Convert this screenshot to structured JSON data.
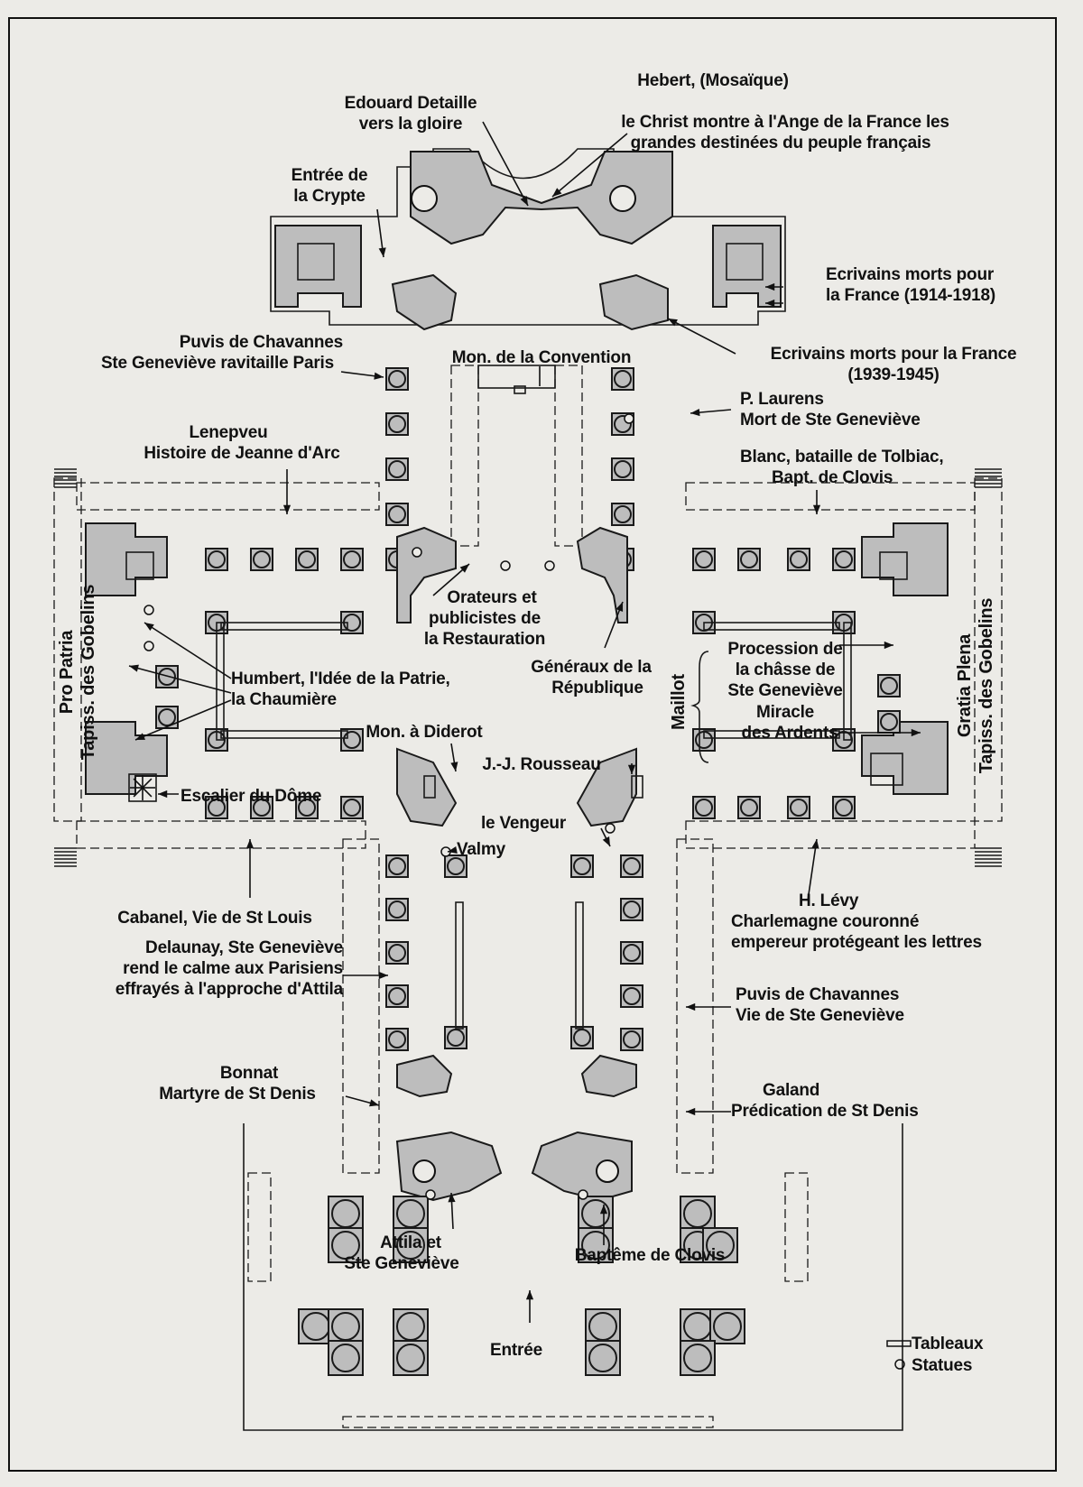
{
  "labels": {
    "detaille": [
      "Edouard Detaille",
      "vers la gloire"
    ],
    "hebert": [
      "Hebert, (Mosaïque)",
      "le Christ montre à l'Ange de la France les",
      "grandes destinées du peuple français"
    ],
    "crypte": [
      "Entrée de",
      "la Crypte"
    ],
    "ecrivains_1918": [
      "Ecrivains morts pour",
      "la France (1914-1918)"
    ],
    "ecrivains_1945": [
      "Ecrivains morts pour la France",
      "(1939-1945)"
    ],
    "puvis_ravitaille": [
      "Puvis de Chavannes",
      "Ste Geneviève ravitaille Paris"
    ],
    "convention": [
      "Mon. de la Convention"
    ],
    "laurens": [
      "P. Laurens",
      "Mort de Ste Geneviève"
    ],
    "lenepveu": [
      "Lenepveu",
      "Histoire de Jeanne d'Arc"
    ],
    "blanc": [
      "Blanc, bataille de Tolbiac,",
      "Bapt. de Clovis"
    ],
    "orateurs": [
      "Orateurs et",
      "publicistes de",
      "la Restauration"
    ],
    "generaux": [
      "Généraux de la",
      "République"
    ],
    "maillot": "Maillot",
    "procession": [
      "Procession de",
      "la châsse de",
      "Ste Geneviève"
    ],
    "miracle": [
      "Miracle",
      "des Ardents"
    ],
    "pro_patria": [
      "Pro Patria",
      "Tapiss. des Gobelins"
    ],
    "gratia_plena": [
      "Gratia Plena",
      "Tapiss. des Gobelins"
    ],
    "humbert": [
      "Humbert, l'Idée de la Patrie,",
      "la Chaumière"
    ],
    "diderot": [
      "Mon. à Diderot"
    ],
    "rousseau": [
      "J.-J. Rousseau"
    ],
    "escalier": [
      "Escalier du Dôme"
    ],
    "vengeur": [
      "le Vengeur"
    ],
    "valmy": [
      "Valmy"
    ],
    "cabanel": [
      "Cabanel, Vie de St Louis"
    ],
    "levy": [
      "H. Lévy",
      "Charlemagne couronné",
      "empereur protégeant les lettres"
    ],
    "delaunay": [
      "Delaunay, Ste Geneviève",
      "rend le calme aux Parisiens",
      "effrayés à l'approche d'Attila"
    ],
    "puvis_vie": [
      "Puvis de Chavannes",
      "Vie de Ste Geneviève"
    ],
    "bonnat": [
      "Bonnat",
      "Martyre de St Denis"
    ],
    "galand": [
      "Galand",
      "Prédication de St Denis"
    ],
    "attila": [
      "Attila et",
      "Ste Geneviève"
    ],
    "bapteme": [
      "Baptême de Clovis"
    ],
    "entree": [
      "Entrée"
    ]
  },
  "legend": {
    "tableaux": "Tableaux",
    "statues": "Statues"
  },
  "colors": {
    "paper": "#ecebe7",
    "ink": "#111111",
    "wall_fill": "#bdbdbd"
  }
}
